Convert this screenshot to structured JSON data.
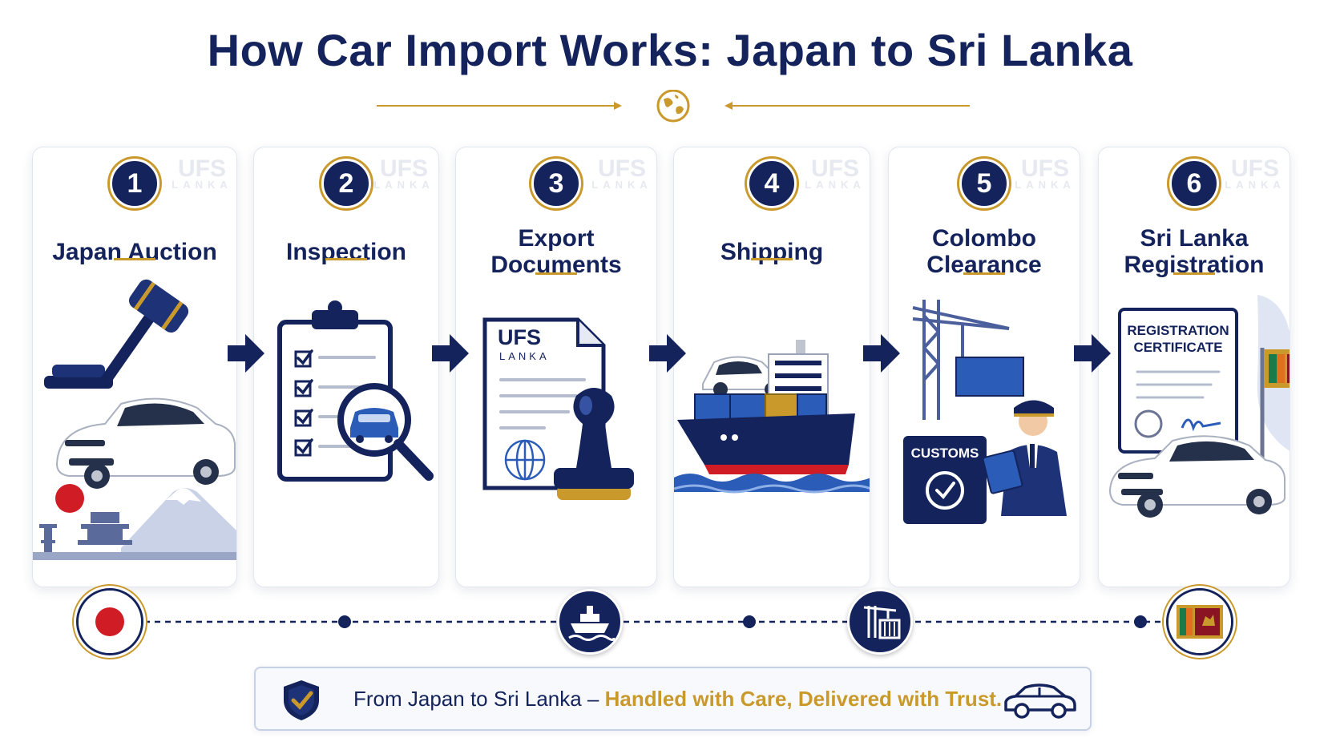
{
  "title": "How Car Import Works: Japan to Sri Lanka",
  "watermark": {
    "line1": "UFS",
    "line2": "LANKA"
  },
  "steps": [
    {
      "number": "1",
      "title": "Japan Auction",
      "icon": "gavel-icon"
    },
    {
      "number": "2",
      "title": "Inspection",
      "icon": "clipboard-checklist-icon"
    },
    {
      "number": "3",
      "title": "Export Documents",
      "icon": "document-stamp-icon"
    },
    {
      "number": "4",
      "title": "Shipping",
      "icon": "cargo-ship-icon"
    },
    {
      "number": "5",
      "title": "Colombo Clearance",
      "icon": "customs-officer-icon"
    },
    {
      "number": "6",
      "title": "Sri Lanka Registration",
      "icon": "registration-certificate-icon"
    }
  ],
  "document_logo": {
    "line1": "UFS",
    "line2": "LANKA"
  },
  "customs_sign": "CUSTOMS",
  "certificate": {
    "line1": "REGISTRATION",
    "line2": "CERTIFICATE"
  },
  "banner": {
    "text": "From Japan to Sri Lanka – ",
    "highlight": "Handled with Care, Delivered with Trust."
  },
  "colors": {
    "navy": "#14235c",
    "gold": "#c9992c",
    "red": "#d01c24"
  }
}
